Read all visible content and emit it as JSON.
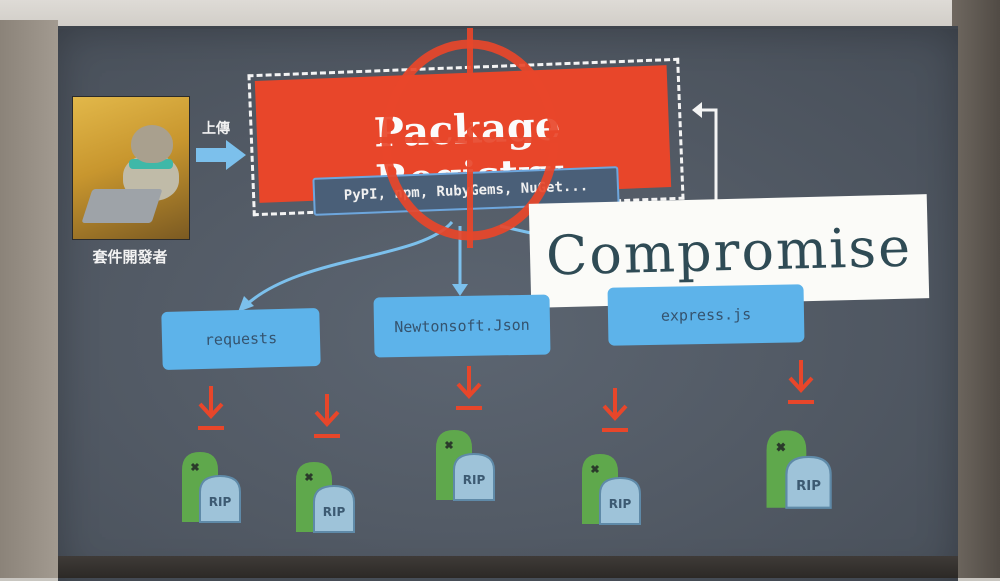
{
  "slide": {
    "developer_label": "套件開發者",
    "upload_label": "上傳",
    "registry_title": "Package Registry",
    "registry_examples": "PyPI, npm, RubyGems, NuGet...",
    "overlay_label": "Compromise",
    "packages": [
      "requests",
      "Newtonsoft.Json",
      "express.js"
    ],
    "tombstone_text": "RIP",
    "colors": {
      "registry": "#e8462a",
      "package": "#5db3ea",
      "crosshair": "#e8462a",
      "arrows": "#e8462a"
    },
    "icons": [
      "cat-developer-photo",
      "upload-arrow-icon",
      "crosshair-icon",
      "return-arrow-icon",
      "down-arrow-icon",
      "tombstone-icon"
    ]
  }
}
